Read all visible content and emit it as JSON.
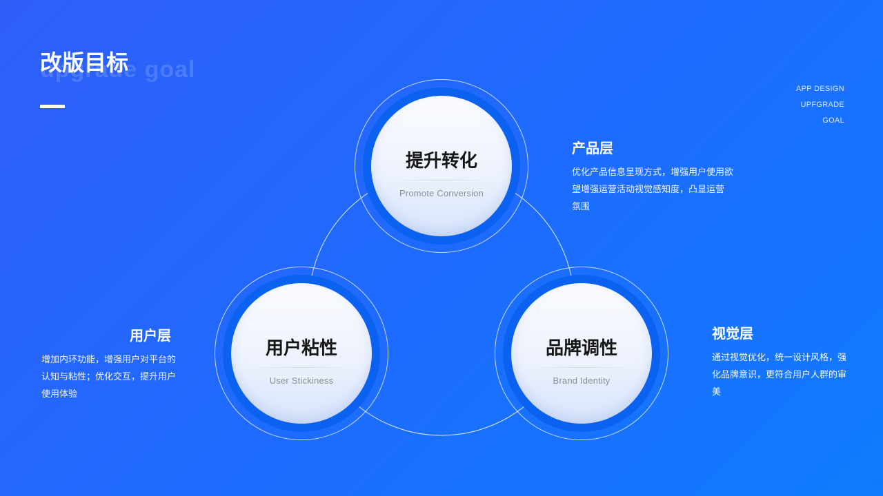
{
  "header": {
    "title": "改版目标",
    "title_ghost": "upgrade goal"
  },
  "corner_tag": [
    "APP DESIGN",
    "UPFGRADE",
    "GOAL"
  ],
  "circles": {
    "top": {
      "title": "提升转化",
      "subtitle": "Promote Conversion"
    },
    "left": {
      "title": "用户粘性",
      "subtitle": "User Stickiness"
    },
    "right": {
      "title": "品牌调性",
      "subtitle": "Brand Identity"
    }
  },
  "descriptions": {
    "product": {
      "heading": "产品层",
      "lines": [
        "优化产品信息呈现方式，增强用户使用欲",
        "望增强运营活动视觉感知度，凸显运营",
        "氛围"
      ]
    },
    "user": {
      "heading": "用户层",
      "lines": [
        "增加内环功能，增强用户对平台的",
        "认知与粘性；优化交互，提升用户",
        "使用体验"
      ]
    },
    "visual": {
      "heading": "视觉层",
      "lines": [
        "通过视觉优化，统一设计风格，强",
        "化品牌意识，更符合用户人群的审",
        "美"
      ]
    }
  }
}
